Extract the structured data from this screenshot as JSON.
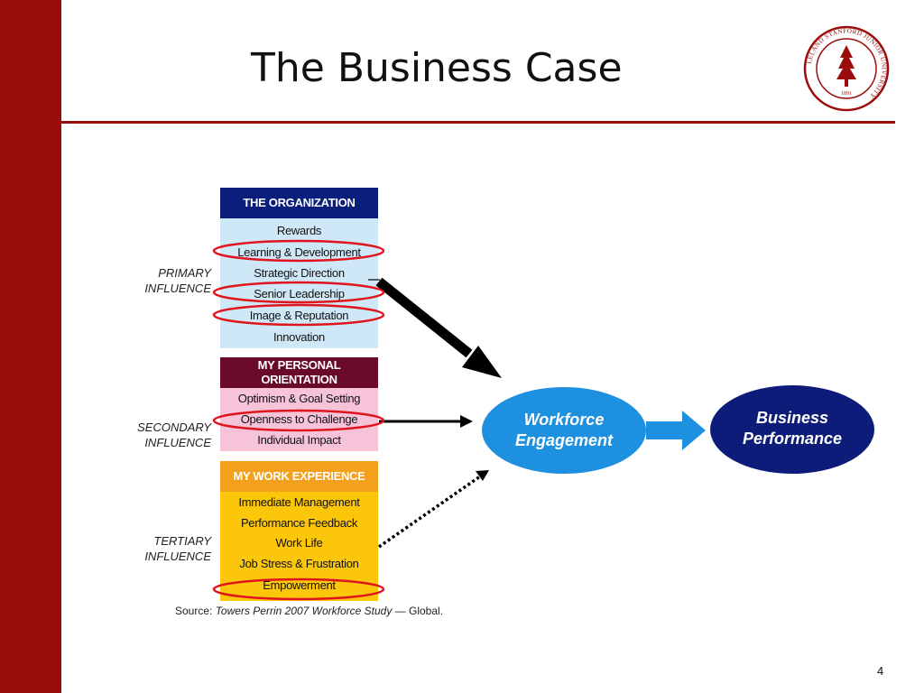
{
  "slide": {
    "title": "The Business Case",
    "page_number": "4"
  },
  "colors": {
    "sidebar": "#9b0d0d",
    "org_header": "#0a1e7c",
    "org_body": "#cfe8f8",
    "personal_header": "#6a0a2a",
    "personal_body": "#f7c3d9",
    "work_header": "#f2a01e",
    "work_body": "#fcc70a",
    "highlight_ring": "#e0141c",
    "workforce_oval": "#1e90e0",
    "business_oval": "#0d1c78"
  },
  "influences": {
    "primary": [
      "PRIMARY",
      "INFLUENCE"
    ],
    "secondary": [
      "SECONDARY",
      "INFLUENCE"
    ],
    "tertiary": [
      "TERTIARY",
      "INFLUENCE"
    ]
  },
  "organization": {
    "header": "THE ORGANIZATION",
    "items": [
      "Rewards",
      "Learning & Development",
      "Strategic Direction",
      "Senior Leadership",
      "Image & Reputation",
      "Innovation"
    ]
  },
  "personal": {
    "header_lines": [
      "MY PERSONAL",
      "ORIENTATION"
    ],
    "items": [
      "Optimism & Goal Setting",
      "Openness to Challenge",
      "Individual Impact"
    ]
  },
  "work": {
    "header": "MY WORK EXPERIENCE",
    "items": [
      "Immediate Management",
      "Performance Feedback",
      "Work Life",
      "Job Stress & Frustration",
      "Empowerment"
    ]
  },
  "outcomes": {
    "workforce": [
      "Workforce",
      "Engagement"
    ],
    "business": [
      "Business",
      "Performance"
    ]
  },
  "source": {
    "prefix": "Source: ",
    "study": "Towers Perrin 2007 Workforce Study",
    "suffix": " — Global."
  },
  "logo": {
    "ring_text": "LELAND STANFORD JUNIOR UNIVERSITY",
    "year": "1891"
  }
}
